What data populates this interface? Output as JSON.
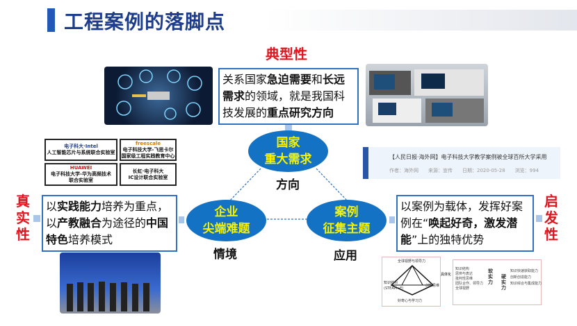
{
  "title": "工程案例的落脚点",
  "labels": {
    "typical": "典型性",
    "real": [
      "真",
      "实",
      "性"
    ],
    "inspire": [
      "启",
      "发",
      "性"
    ]
  },
  "top_box": {
    "p1": "关系国家",
    "b1": "急迫需要",
    "p2": "和",
    "b2": "长远需求",
    "p3": "的领域，就是我国科技发展的",
    "b3": "重点研究方向"
  },
  "left_box": {
    "p1": "以",
    "b1": "实践能力",
    "p2": "培养为重点，以",
    "b2": "产教融合",
    "p3": "为途径的",
    "b3": "中国特色",
    "p4": "培养模式"
  },
  "right_box": {
    "p1": "以案例为载体，发挥好案例在“",
    "b1": "唤起好奇，激发潜能",
    "p2": "”上的独特优势"
  },
  "ellipses": {
    "top": [
      "国家",
      "重大需求"
    ],
    "left": [
      "企业",
      "尖端难题"
    ],
    "right": [
      "案例",
      "征集主题"
    ]
  },
  "ellipse_labels": {
    "top": "方向",
    "left": "情境",
    "right": "应用"
  },
  "logos": [
    {
      "lines": [
        "电子科大·Intel",
        "人工智能芯片与系统联合实验室"
      ]
    },
    {
      "lines": [
        "freescale",
        "电子科技大学-飞思卡尔",
        "国家级工程实践教育中心"
      ]
    },
    {
      "lines": [
        "HUAWEI",
        "电子科技大学-华为高频技术",
        "联合实验室"
      ]
    },
    {
      "lines": [
        "长虹·电子科大",
        "IC设计联合实验室"
      ]
    }
  ],
  "news": {
    "headline": "【人民日报·海外网】电子科技大学教学案例被全球百所大学采用",
    "author": "作者：海外网",
    "source": "来源：宣传",
    "date": "日期：2020-05-28",
    "views": "浏览：994"
  },
  "diagram": {
    "top": "全球视野与领导力",
    "left": "知识结构",
    "left_sub": "(STEAM+E)",
    "right": "创新思维",
    "bottom": "好奇心与学习力",
    "arrow": "具体化",
    "soft": "软实力",
    "hard": "硬实力",
    "soft_items": [
      "知识结构",
      "思辨与表达",
      "批判性思维",
      "团队合作、领导力",
      "全球视野"
    ],
    "hard_items": [
      "知识快速获取能力",
      "创新创造能力",
      "知识综合与集成能力"
    ]
  },
  "colors": {
    "accent": "#1472c4",
    "red": "#e0141e",
    "title": "#1d3d8a"
  }
}
